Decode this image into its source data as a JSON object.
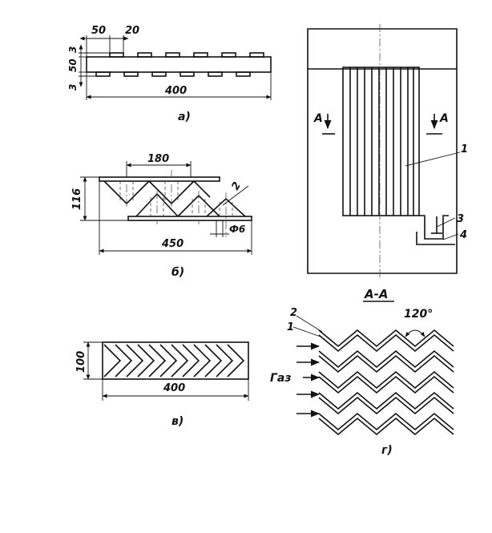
{
  "figure_a": {
    "dim_pitch": "50",
    "dim_gap": "20",
    "dim_top_thickness": "3",
    "dim_height": "50",
    "dim_bottom_thickness": "3",
    "dim_length": "400",
    "caption": "а)"
  },
  "figure_b": {
    "dim_top_width": "180",
    "dim_height": "116",
    "dim_length": "450",
    "dim_diameter": "Ф6",
    "callout": "2",
    "caption": "б)"
  },
  "figure_v": {
    "dim_height": "100",
    "dim_length": "400",
    "caption": "в)"
  },
  "figure_g": {
    "angle": "120°",
    "callout_1": "1",
    "callout_2": "2",
    "gas_label": "Газ",
    "caption": "г)"
  },
  "apparatus": {
    "section_mark_left": "А",
    "section_mark_right": "А",
    "callout_1": "1",
    "callout_3": "3",
    "callout_4": "4",
    "section_title": "А-А"
  }
}
